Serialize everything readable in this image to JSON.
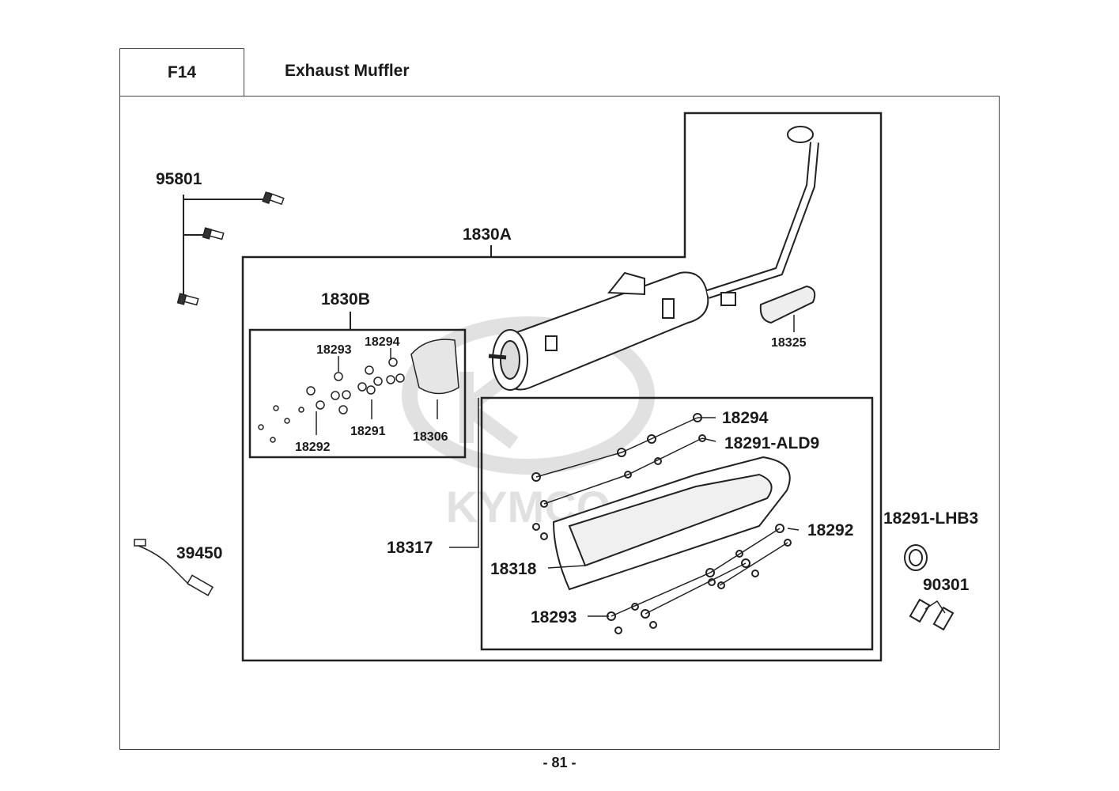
{
  "header": {
    "code": "F14",
    "title": "Exhaust Muffler"
  },
  "footer": {
    "page": "- 81 -"
  },
  "watermark": {
    "text": "KYMCO",
    "color": "#c9c9c9"
  },
  "parts": {
    "p95801": "95801",
    "p1830A": "1830A",
    "p1830B": "1830B",
    "p18293_inset": "18293",
    "p18294_inset": "18294",
    "p18291_inset": "18291",
    "p18292_inset": "18292",
    "p18306": "18306",
    "p18325": "18325",
    "p18294": "18294",
    "p18291_ALD9": "18291-ALD9",
    "p18292": "18292",
    "p18317": "18317",
    "p18318": "18318",
    "p18293": "18293",
    "p39450": "39450",
    "p18291_LHB3": "18291-LHB3",
    "p90301": "90301"
  }
}
